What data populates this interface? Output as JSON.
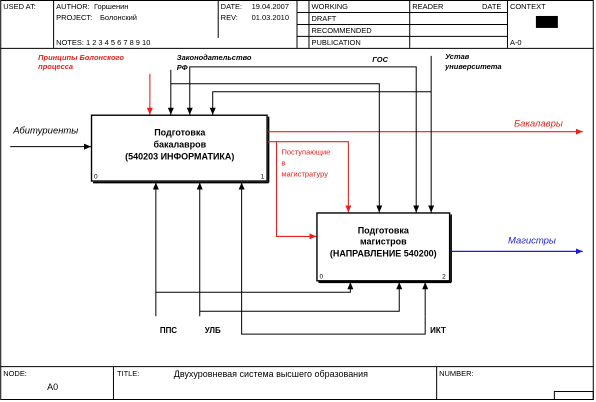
{
  "header": {
    "used_at": "USED AT:",
    "author_label": "AUTHOR:",
    "author": "Горшенин",
    "project_label": "PROJECT:",
    "project": "Болонский",
    "date_label": "DATE:",
    "date": "19.04.2007",
    "rev_label": "REV:",
    "rev": "01.03.2010",
    "notes": "NOTES: 1 2 3 4 5 6 7 8 9 10",
    "status": [
      "WORKING",
      "DRAFT",
      "RECOMMENDED",
      "PUBLICATION"
    ],
    "reader": "READER",
    "reader_date": "DATE",
    "context": "CONTEXT",
    "context_node": "A-0"
  },
  "diagram": {
    "box1": {
      "title_lines": [
        "Подготовка",
        "бакалавров",
        "(540203 ИНФОРМАТИКА)"
      ],
      "corner_left": "0",
      "corner_right": "1"
    },
    "box2": {
      "title_lines": [
        "Подготовка",
        "магистров",
        "(НАПРАВЛЕНИЕ 540200)"
      ],
      "corner_left": "0",
      "corner_right": "2"
    },
    "inputs": {
      "abiturients": "Абитуриенты"
    },
    "outputs": {
      "bachelors": "Бакалавры",
      "masters": "Магистры",
      "entering_lines": [
        "Поступающие",
        "в",
        "магистратуру"
      ]
    },
    "controls": {
      "bologna_lines": [
        "Принципы Болонского",
        "процесса"
      ],
      "law_lines": [
        "Законодательство",
        "РФ"
      ],
      "gos": "ГОС",
      "charter_lines": [
        "Устав",
        "университета"
      ]
    },
    "mechanisms": {
      "pps": "ППС",
      "ulb": "УЛБ",
      "ikt": "ИКТ"
    },
    "colors": {
      "red": "#e8211b",
      "blue": "#1c1cdc",
      "black": "#000000"
    }
  },
  "footer": {
    "node_label": "NODE:",
    "node": "A0",
    "title_label": "TITLE:",
    "title": "Двухуровневая система  высшего образования",
    "number_label": "NUMBER:"
  }
}
